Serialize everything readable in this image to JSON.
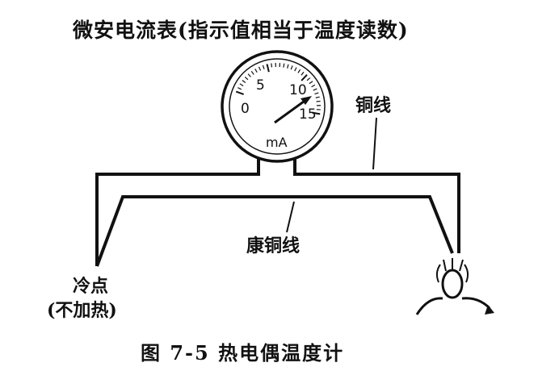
{
  "title": "微安电流表(指示值相当于温度读数)",
  "meter": {
    "scale": [
      "0",
      "5",
      "10",
      "15"
    ],
    "unit": "mA"
  },
  "wires": {
    "copper": "铜线",
    "constantan": "康铜线"
  },
  "cold_junction": {
    "line1": "冷点",
    "line2": "(不加热)"
  },
  "caption": "图 7-5   热电偶温度计"
}
